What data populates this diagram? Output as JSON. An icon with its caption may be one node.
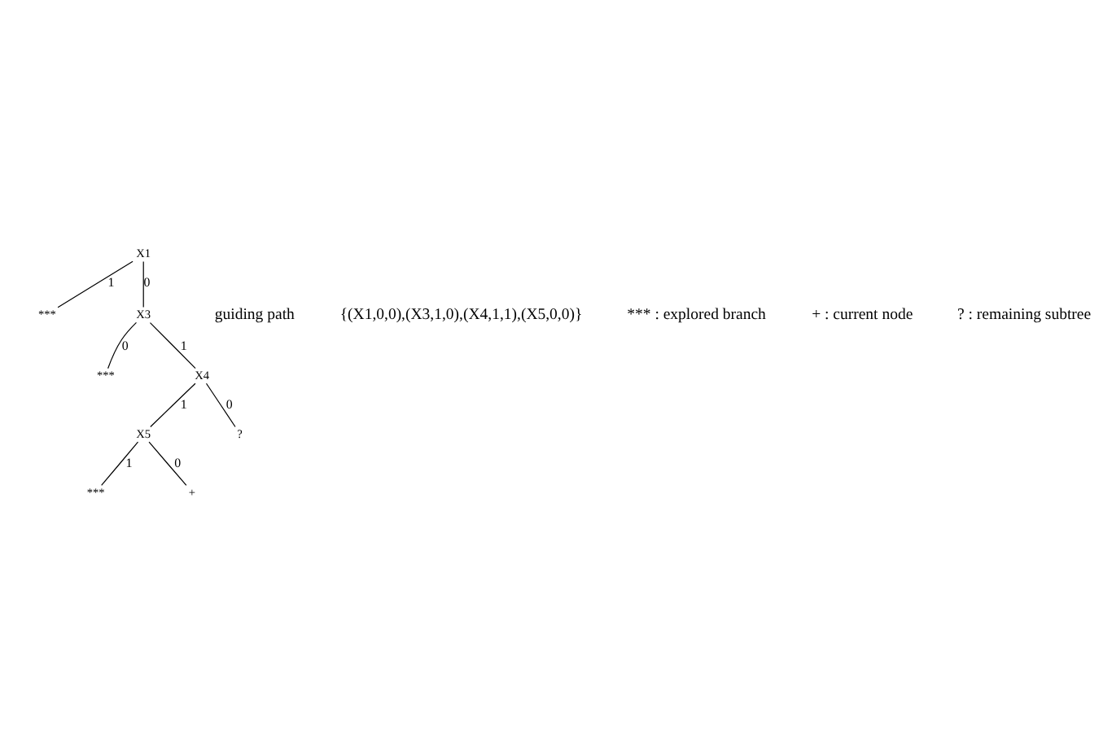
{
  "diagram": {
    "nodes": [
      {
        "text": [
          "X1"
        ]
      },
      {
        "text": [
          "***"
        ]
      },
      {
        "text": [
          "X3"
        ]
      },
      {
        "text": [
          "***"
        ]
      },
      {
        "text": [
          "X4"
        ]
      },
      {
        "text": [
          "X5"
        ]
      },
      {
        "text": [
          "?"
        ]
      },
      {
        "text": [
          "***"
        ]
      },
      {
        "text": [
          "+"
        ]
      }
    ],
    "edges": [
      {
        "from": 0,
        "to": 1,
        "arrow": "none",
        "label": "1"
      },
      {
        "from": 0,
        "to": 2,
        "arrow": "none",
        "label": "0"
      },
      {
        "from": 2,
        "to": 3,
        "arrow": "none",
        "label": "0"
      },
      {
        "from": 2,
        "to": 4,
        "arrow": "none",
        "label": "1"
      },
      {
        "from": 4,
        "to": 5,
        "arrow": "none",
        "label": "1"
      },
      {
        "from": 4,
        "to": 6,
        "arrow": "none",
        "label": "0"
      },
      {
        "from": 5,
        "to": 7,
        "arrow": "none",
        "label": "1"
      },
      {
        "from": 5,
        "to": 8,
        "arrow": "none",
        "label": "0"
      }
    ],
    "labels": [
      "guiding path",
      "{(X1,0,0),(X3,1,0),(X4,1,1),(X5,0,0)}",
      "*** : explored branch",
      "+ : current node",
      "? : remaining subtree"
    ]
  }
}
